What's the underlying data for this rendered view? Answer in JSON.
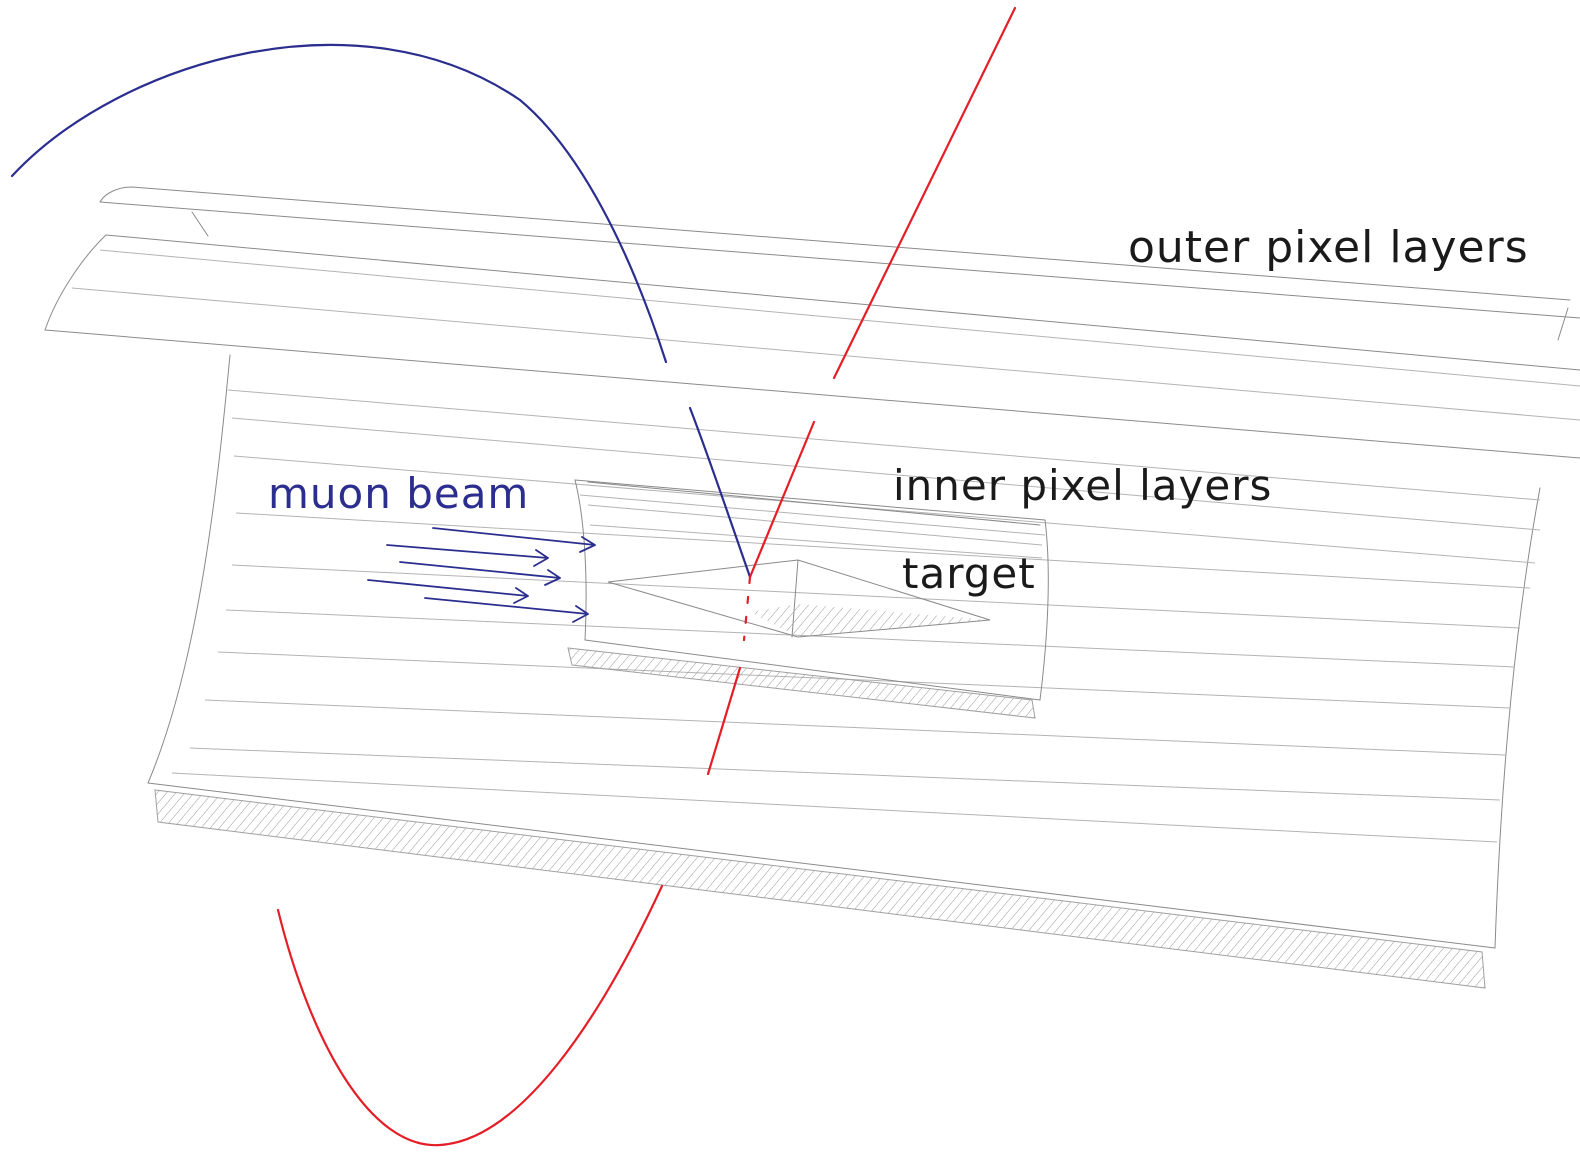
{
  "labels": {
    "outer_layers": "outer pixel layers",
    "inner_layers": "inner pixel layers",
    "target": "target",
    "beam": "muon beam"
  },
  "colors": {
    "background": "#ffffff",
    "detector_lines": "#8a8a8a",
    "label_text": "#1a1a1a",
    "beam": "#2b2e8f",
    "negative_track": "#2b2e8f",
    "positive_track": "#e41e26"
  }
}
